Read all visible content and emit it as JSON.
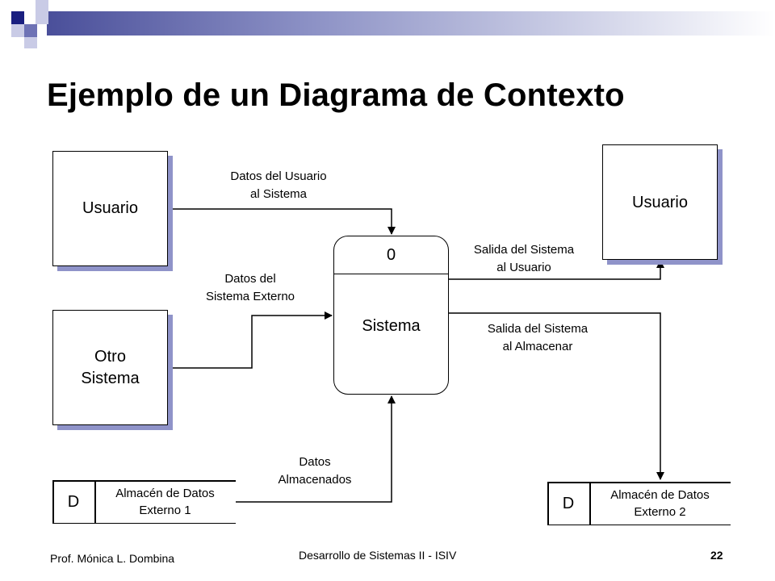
{
  "slide": {
    "title": "Ejemplo de un Diagrama de Contexto",
    "footer_left": "Prof. Mónica L. Dombina",
    "footer_center": "Desarrollo de Sistemas II - ISIV",
    "page_number": "22"
  },
  "entities": {
    "usuario_left": "Usuario",
    "otro_sistema_line1": "Otro",
    "otro_sistema_line2": "Sistema",
    "usuario_right": "Usuario"
  },
  "process": {
    "id": "0",
    "name": "Sistema"
  },
  "stores": {
    "store1_id": "D",
    "store1_line1": "Almacén de Datos",
    "store1_line2": "Externo 1",
    "store2_id": "D",
    "store2_line1": "Almacén de Datos",
    "store2_line2": "Externo 2"
  },
  "flows": {
    "f1_line1": "Datos del Usuario",
    "f1_line2": "al Sistema",
    "f2_line1": "Datos del",
    "f2_line2": "Sistema Externo",
    "f3_line1": "Salida del Sistema",
    "f3_line2": "al Usuario",
    "f4_line1": "Salida del Sistema",
    "f4_line2": "al Almacenar",
    "f5_line1": "Datos",
    "f5_line2": "Almacenados"
  }
}
